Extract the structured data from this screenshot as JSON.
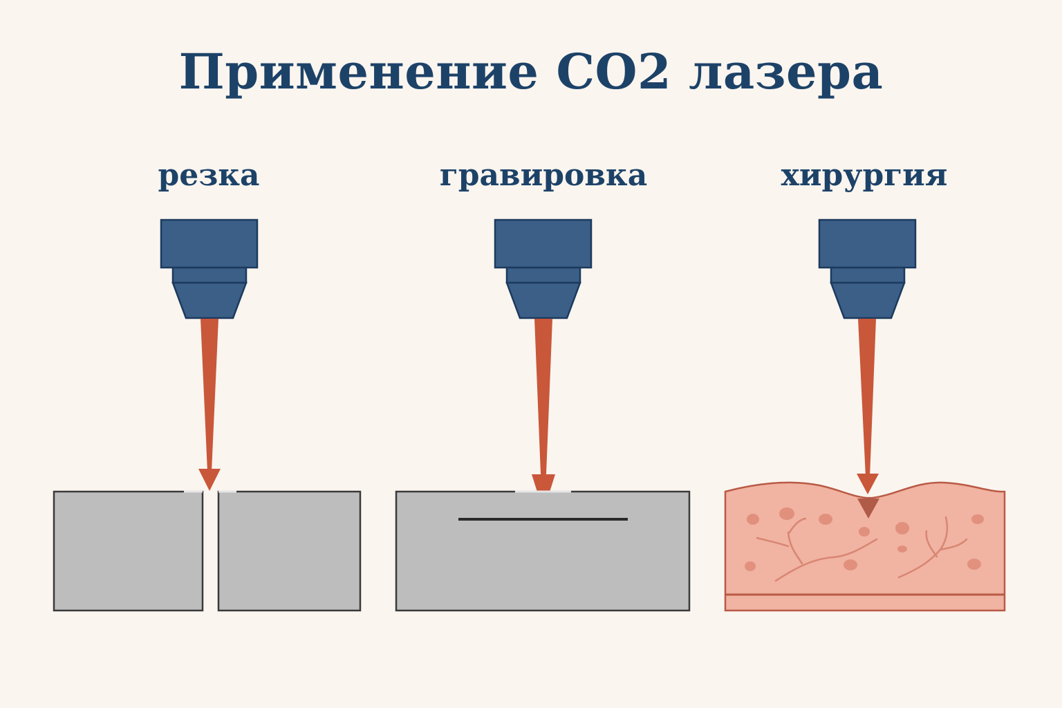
{
  "title": "Применение CO2 лазера",
  "panels": [
    {
      "id": "cut",
      "label": "резка"
    },
    {
      "id": "engrave",
      "label": "гравировка"
    },
    {
      "id": "surgery",
      "label": "хирургия"
    }
  ],
  "colors": {
    "background": "#faf5ef",
    "heading": "#1d4268",
    "laser_head": "#3b5f87",
    "laser_head_outline": "#1c3a5e",
    "beam": "#c9573a",
    "material": "#bdbdbd",
    "material_outline": "#3a3a3a",
    "tissue": "#f1b3a2",
    "tissue_outline": "#b95a45",
    "tissue_spots": "#df8b78"
  }
}
